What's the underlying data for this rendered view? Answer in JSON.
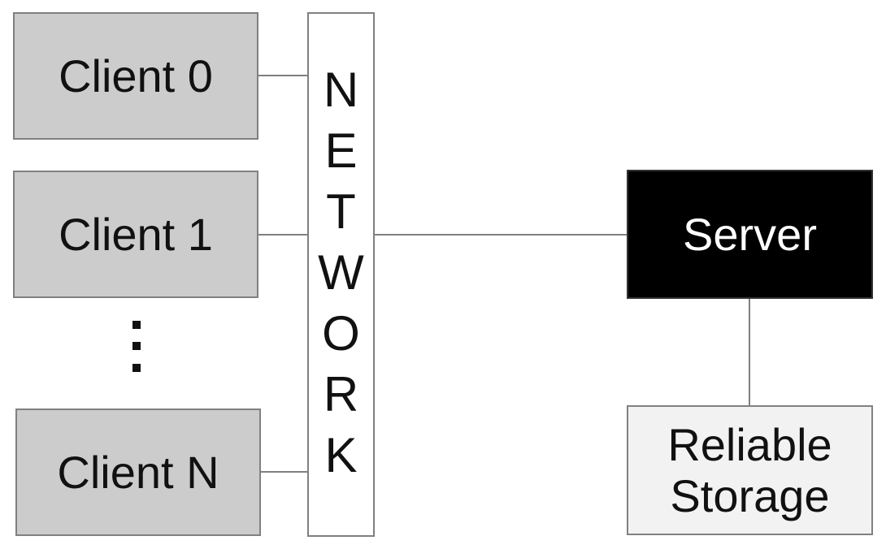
{
  "clients": [
    {
      "label": "Client 0"
    },
    {
      "label": "Client 1"
    },
    {
      "label": "Client N"
    }
  ],
  "ellipsis": "⋮",
  "network": {
    "label": "NETWORK",
    "letters": [
      "N",
      "E",
      "T",
      "W",
      "O",
      "R",
      "K"
    ]
  },
  "server": {
    "label": "Server"
  },
  "storage": {
    "line1": "Reliable",
    "line2": "Storage"
  },
  "colors": {
    "client_fill": "#cccccc",
    "server_fill": "#000000",
    "server_text": "#ffffff",
    "storage_fill": "#f2f2f2",
    "border": "#808080",
    "connector": "#808080"
  }
}
